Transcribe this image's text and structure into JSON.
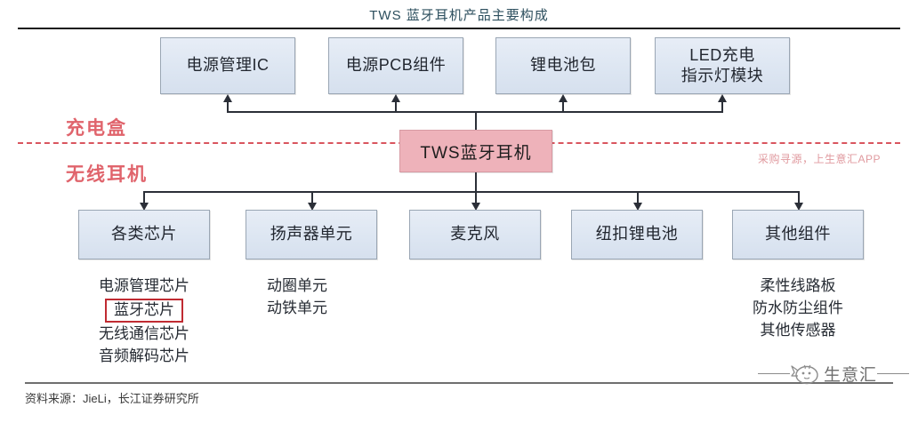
{
  "title": "TWS 蓝牙耳机产品主要构成",
  "center_node": {
    "label": "TWS蓝牙耳机"
  },
  "zones": {
    "upper_label": "充电盒",
    "lower_label": "无线耳机"
  },
  "watermark": "采购寻源，上生意汇APP",
  "top_row": [
    {
      "label": "电源管理IC"
    },
    {
      "label": "电源PCB组件"
    },
    {
      "label": "锂电池包"
    },
    {
      "label": "LED充电",
      "label2": "指示灯模块"
    }
  ],
  "bottom_row": [
    {
      "label": "各类芯片"
    },
    {
      "label": "扬声器单元"
    },
    {
      "label": "麦克风"
    },
    {
      "label": "纽扣锂电池"
    },
    {
      "label": "其他组件"
    }
  ],
  "sublists": {
    "chips": [
      {
        "text": "电源管理芯片",
        "highlighted": false
      },
      {
        "text": "蓝牙芯片",
        "highlighted": true
      },
      {
        "text": "无线通信芯片",
        "highlighted": false
      },
      {
        "text": "音频解码芯片",
        "highlighted": false
      }
    ],
    "speaker": [
      {
        "text": "动圈单元",
        "highlighted": false
      },
      {
        "text": "动铁单元",
        "highlighted": false
      }
    ],
    "other": [
      {
        "text": "柔性线路板",
        "highlighted": false
      },
      {
        "text": "防水防尘组件",
        "highlighted": false
      },
      {
        "text": "其他传感器",
        "highlighted": false
      }
    ]
  },
  "source": "资料来源：JieLi，长江证券研究所",
  "logo": {
    "text": "生意汇"
  },
  "colors": {
    "box_fill": "#dde6f2",
    "box_border": "#9aa6b4",
    "center_fill": "#eeb2ba",
    "center_border": "#d79aa3",
    "divider_red": "#d9555f",
    "zone_label_red": "#e0646c",
    "highlight_border": "#c02b32",
    "connector": "#2b2f38",
    "title_color": "#2d4f5e"
  }
}
